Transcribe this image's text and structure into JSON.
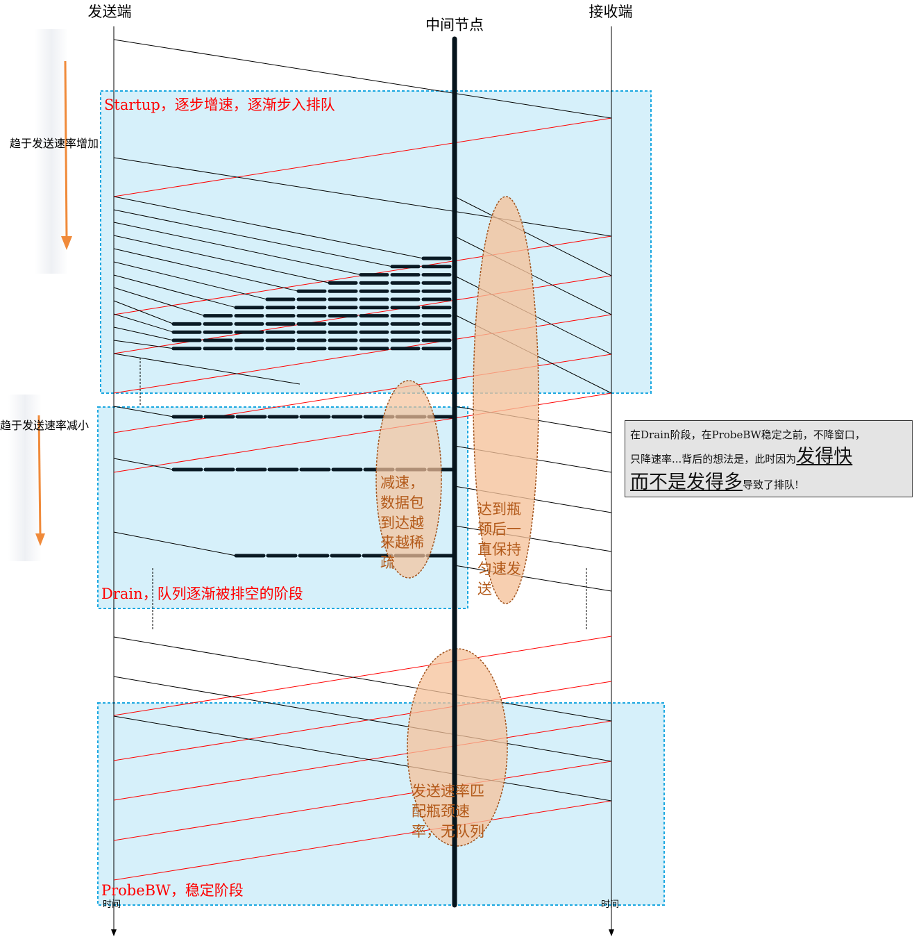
{
  "headers": {
    "sender": "发送端",
    "middle": "中间节点",
    "receiver": "接收端"
  },
  "phases": {
    "startup": "Startup，逐步增速，逐渐步入排队",
    "drain": "Drain，队列逐渐被排空的阶段",
    "probebw": "ProbeBW，稳定阶段"
  },
  "side_labels": {
    "increase": "趋于发送速率增加",
    "decrease": "趋于发送速率减小"
  },
  "ellipses": {
    "slowdown": [
      "减速，",
      "数据包",
      "到达越",
      "来越稀",
      "疏"
    ],
    "bottleneck": [
      "达到瓶",
      "颈后一",
      "直保持",
      "匀速发",
      "送"
    ],
    "match": [
      "发送速率匹",
      "配瓶颈速",
      "率，无队列"
    ]
  },
  "time_labels": {
    "left": "时间",
    "right": "时间"
  },
  "note": {
    "line1": "在Drain阶段，在ProbeBW稳定之前，不降窗口，",
    "line2_prefix": "只降速率...背后的想法是，此时因为",
    "emph1": "发得快",
    "emph2": "而不是发得多",
    "line3_suffix": "导致了排队!"
  },
  "colors": {
    "box_fill": "#d6f0fa",
    "box_border": "#1aa7e0",
    "ack": "#ff0000",
    "ellipse_fill": "#f5c29a",
    "ellipse_stroke": "#a0521c",
    "arrow": "#f08a3a"
  }
}
